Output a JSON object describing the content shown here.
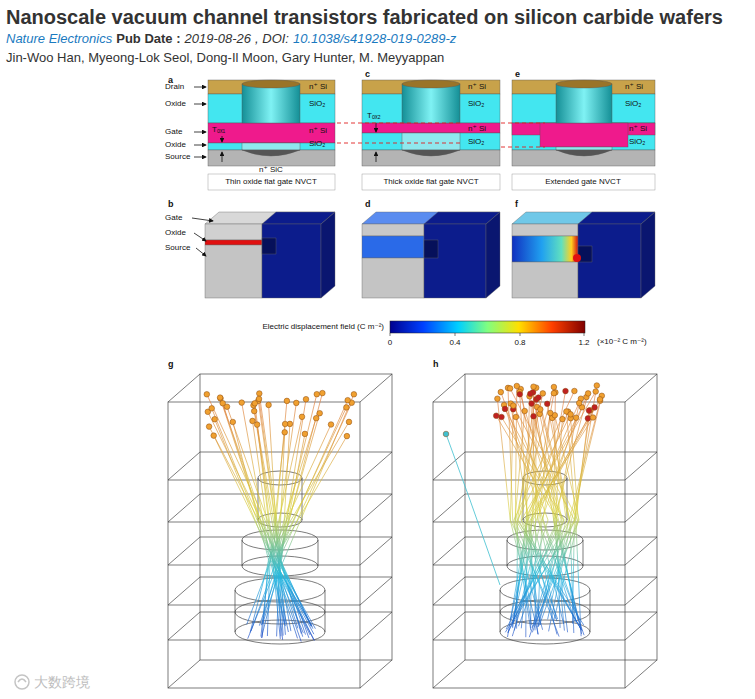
{
  "diagram": {
    "title": "Nanoscale vacuum channel transistors fabricated on silicon carbide wafers",
    "labels": [
      "Nature Electronics",
      "Pub Date :",
      "2019-08-26",
      ", DOI:",
      "10.1038/s41928-019-0289-z",
      "Jin-Woo Han, Myeong-Lok Seol, Dong-Il Moon, Gary Hunter, M. Meyyappan",
      "a",
      "Drain",
      "Oxide",
      "Gate",
      "Oxide",
      "Source",
      "n⁺ Si",
      "SiO₂",
      "Tₒₓ₁",
      "n⁺ Si",
      "SiO₂",
      "n⁺ SiC",
      "Thin oxide flat gate NVCT",
      "c",
      "n⁺ Si",
      "SiO₂",
      "Tₒₓ₂",
      "n⁺ Si",
      "SiO₂",
      "Thick oxide flat gate NVCT",
      "e",
      "n⁺ Si",
      "SiO₂",
      "n⁺ Si",
      "SiO₂",
      "Extended gate NVCT",
      "b",
      "Gate",
      "Oxide",
      "Source",
      "d",
      "f",
      "Electric displacement field (C m⁻²)",
      "0",
      "0.4",
      "0.8",
      "1.2",
      "(×10⁻² C m⁻²)",
      "g",
      "h",
      "大数跨境"
    ]
  }
}
